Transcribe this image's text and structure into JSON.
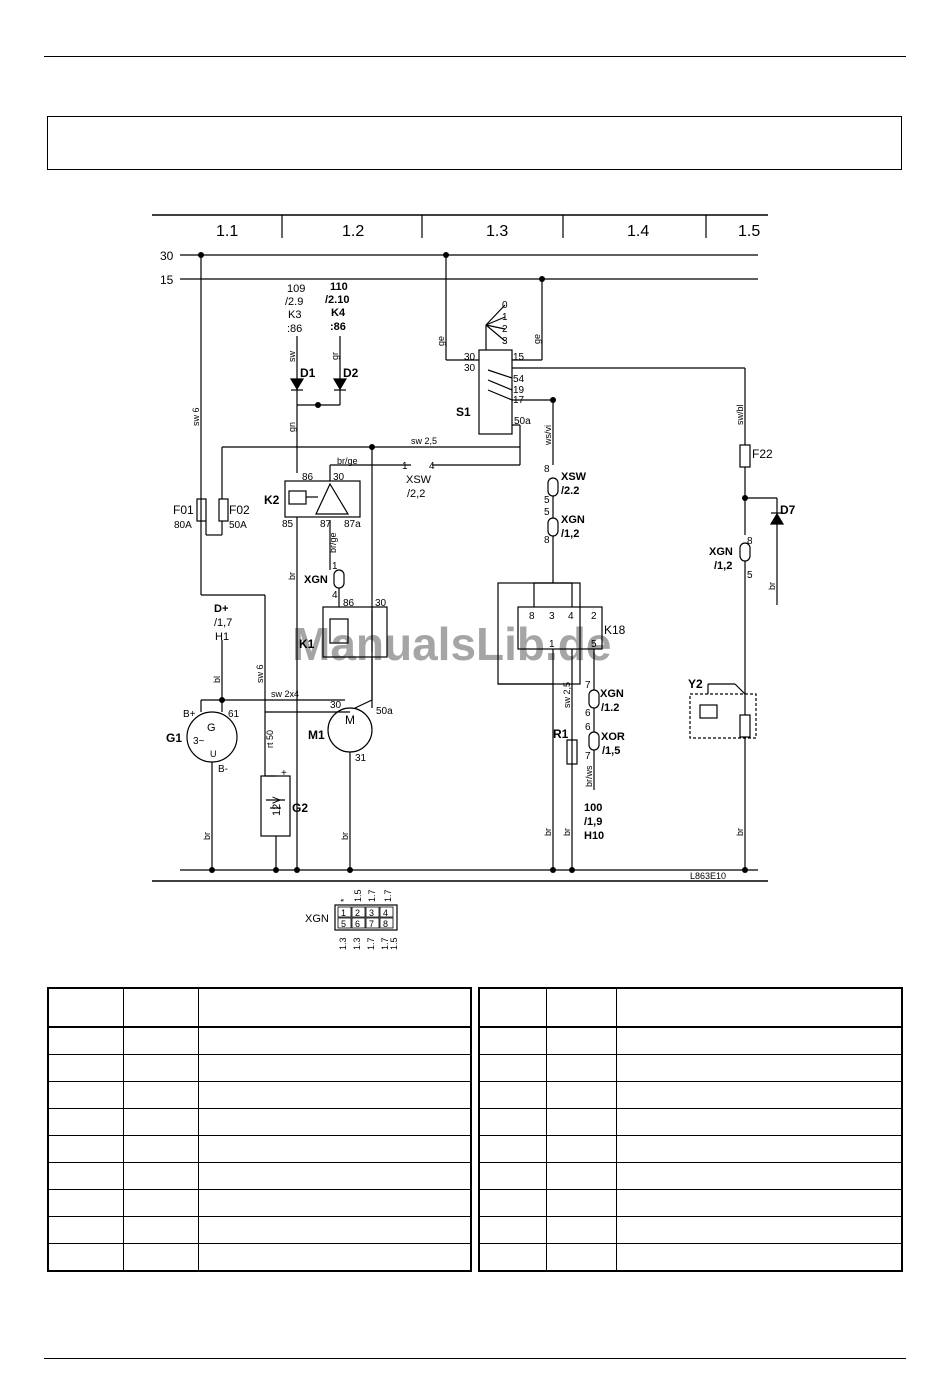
{
  "diagram": {
    "columns": [
      "1.1",
      "1.2",
      "1.3",
      "1.4",
      "1.5"
    ],
    "rails": [
      "30",
      "15"
    ],
    "drawing_id": "L863E10",
    "watermark": "ManualsLib.de",
    "refs": {
      "r109": "109",
      "r29": "/2.9",
      "k3": "K3",
      "r86a": ":86",
      "r110": "110",
      "r210": "/2.10",
      "k4": "K4",
      "r86b": ":86",
      "dp": "D+",
      "r17": "/1,7",
      "h1": "H1",
      "xsw": "XSW",
      "r22": "/2,2",
      "r22b": "/2.2",
      "xgn": "XGN",
      "r12": "/1,2",
      "r12b": "/1.2",
      "r12c": "/1,2",
      "xor": "XOR",
      "r15": "/1,5",
      "r100": "100",
      "r19": "/1,9",
      "h10": "H10"
    },
    "components": {
      "d1": "D1",
      "d2": "D2",
      "s1": "S1",
      "k2": "K2",
      "f01": "F01",
      "f02": "F02",
      "f01v": "80A",
      "f02v": "50A",
      "k1": "K1",
      "k18": "K18",
      "g1": "G1",
      "g2": "G2",
      "m1": "M1",
      "r1": "R1",
      "y2": "Y2",
      "d7": "D7",
      "f22": "F22",
      "g": "G",
      "gac": "3~",
      "gu": "U",
      "m": "M",
      "batt": "12V"
    },
    "wires": {
      "sw": "sw",
      "gr": "gr",
      "gn": "gn",
      "ge": "ge",
      "sw6": "sw 6",
      "sw25": "sw 2,5",
      "brge": "br/ge",
      "wsvi": "ws/vi",
      "swbl": "sw/bl",
      "bl": "bl",
      "sw2x4": "sw 2x4",
      "rt50": "rt 50",
      "br": "br",
      "brws": "br/ws"
    },
    "pins": {
      "p0": "0",
      "p1": "1",
      "p2": "2",
      "p3": "3",
      "p4": "4",
      "p5": "5",
      "p6": "6",
      "p7": "7",
      "p8": "8",
      "p15": "15",
      "p17": "17",
      "p19": "19",
      "p30": "30",
      "p31": "31",
      "p54": "54",
      "p50a": "50a",
      "p61": "61",
      "p85": "85",
      "p86": "86",
      "p87": "87",
      "p87a": "87a",
      "bplus": "B+",
      "bminus": "B-",
      "plus": "+"
    },
    "connector": {
      "name": "XGN",
      "pins_top": [
        "1",
        "2",
        "3",
        "4"
      ],
      "pins_bottom": [
        "5",
        "6",
        "7",
        "8"
      ],
      "refs_top": [
        "*",
        "1.5",
        "1.7",
        "1.7"
      ],
      "refs_bottom": [
        "1.3",
        "1.3",
        "1.7",
        "1.7",
        "1.5"
      ]
    }
  },
  "legend_table": {
    "rows": 10,
    "left_columns": 3,
    "right_columns": 3
  }
}
